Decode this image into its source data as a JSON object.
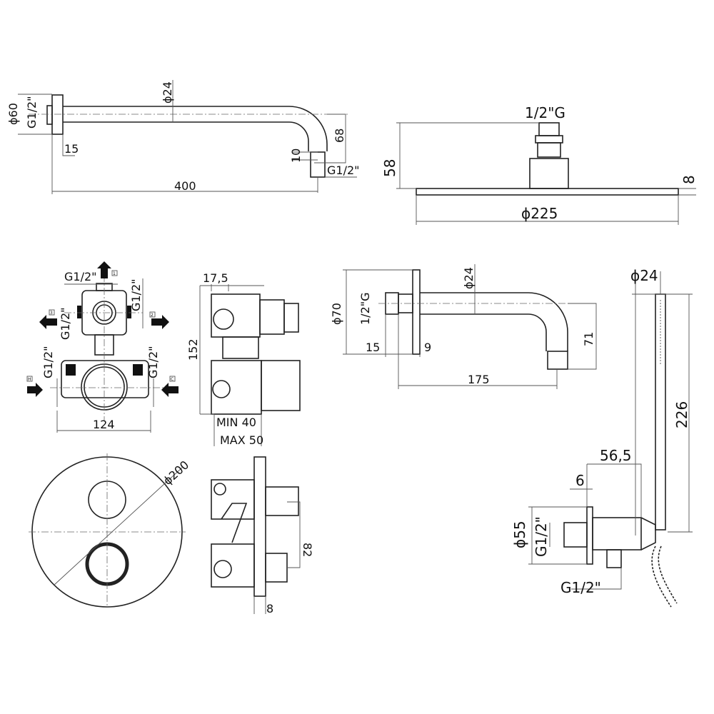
{
  "shower_arm": {
    "plate_diameter": "ϕ60",
    "plate_thread": "G1/2\"",
    "pipe_diameter": "ϕ24",
    "plate_depth": "15",
    "drop": "68",
    "nut_height": "10",
    "outlet_thread": "G1/2\"",
    "length": "400"
  },
  "shower_head": {
    "connector": "1/2\"G",
    "height": "58",
    "thickness": "8",
    "diameter": "ϕ225"
  },
  "valve_front": {
    "top_outlet": "G1/2\"",
    "outlet_1": "1",
    "outlet_2": "2",
    "outlet_3": "3",
    "right_thread": "G1/2\"",
    "left_thread": "G1/2\"",
    "hot_thread": "G1/2\"",
    "cold_thread": "G1/2\"",
    "hot": "H",
    "cold": "C",
    "width": "124"
  },
  "valve_side": {
    "top_depth": "17,5",
    "height": "152",
    "min_depth": "MIN 40",
    "max_depth": "MAX 50"
  },
  "trim_plate": {
    "diameter": "ϕ200"
  },
  "trim_side": {
    "spacing": "82",
    "thickness": "8"
  },
  "wall_arm": {
    "plate_diameter": "ϕ70",
    "thread": "1/2\"G",
    "pipe_diameter": "ϕ24",
    "plate_offset": "15",
    "plate_thickness": "9",
    "drop": "71",
    "length": "175"
  },
  "hand_shower": {
    "diameter": "ϕ24",
    "length": "226",
    "projection": "56,5",
    "plate_thickness": "6",
    "plate_diameter": "ϕ55",
    "inlet_thread": "G1/2\"",
    "outlet_thread": "G1/2\""
  }
}
